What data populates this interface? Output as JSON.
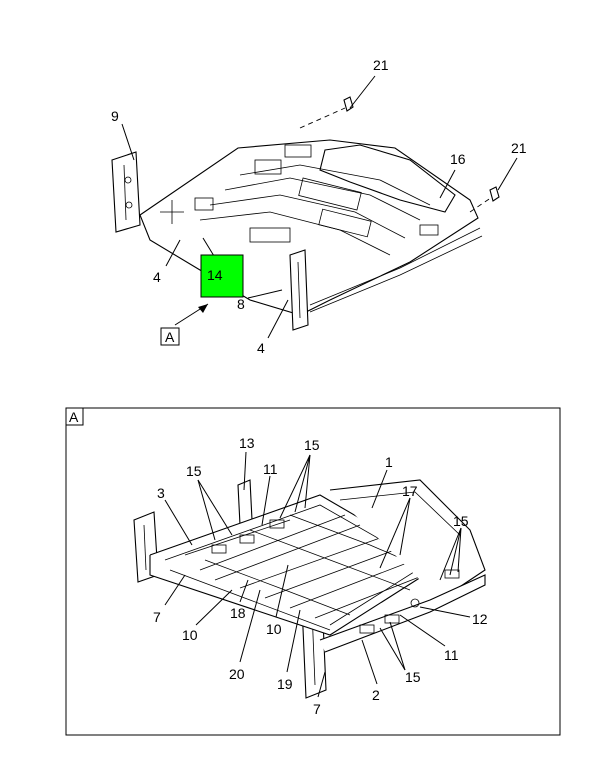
{
  "top_view": {
    "callouts": [
      {
        "id": "c21a",
        "label": "21"
      },
      {
        "id": "c9",
        "label": "9"
      },
      {
        "id": "c16",
        "label": "16"
      },
      {
        "id": "c21b",
        "label": "21"
      },
      {
        "id": "c4a",
        "label": "4"
      },
      {
        "id": "c14",
        "label": "14"
      },
      {
        "id": "c8",
        "label": "8"
      },
      {
        "id": "c4b",
        "label": "4"
      }
    ],
    "view_marker": "A",
    "highlight_color": "#00ff00"
  },
  "detail_view": {
    "label": "A",
    "callouts": [
      {
        "id": "d13",
        "label": "13"
      },
      {
        "id": "d15a",
        "label": "15"
      },
      {
        "id": "d15b",
        "label": "15"
      },
      {
        "id": "d11a",
        "label": "11"
      },
      {
        "id": "d1",
        "label": "1"
      },
      {
        "id": "d3",
        "label": "3"
      },
      {
        "id": "d17",
        "label": "17"
      },
      {
        "id": "d15c",
        "label": "15"
      },
      {
        "id": "d7a",
        "label": "7"
      },
      {
        "id": "d18",
        "label": "18"
      },
      {
        "id": "d10a",
        "label": "10"
      },
      {
        "id": "d10b",
        "label": "10"
      },
      {
        "id": "d12",
        "label": "12"
      },
      {
        "id": "d11b",
        "label": "11"
      },
      {
        "id": "d20",
        "label": "20"
      },
      {
        "id": "d19",
        "label": "19"
      },
      {
        "id": "d15d",
        "label": "15"
      },
      {
        "id": "d2",
        "label": "2"
      },
      {
        "id": "d7b",
        "label": "7"
      }
    ]
  }
}
